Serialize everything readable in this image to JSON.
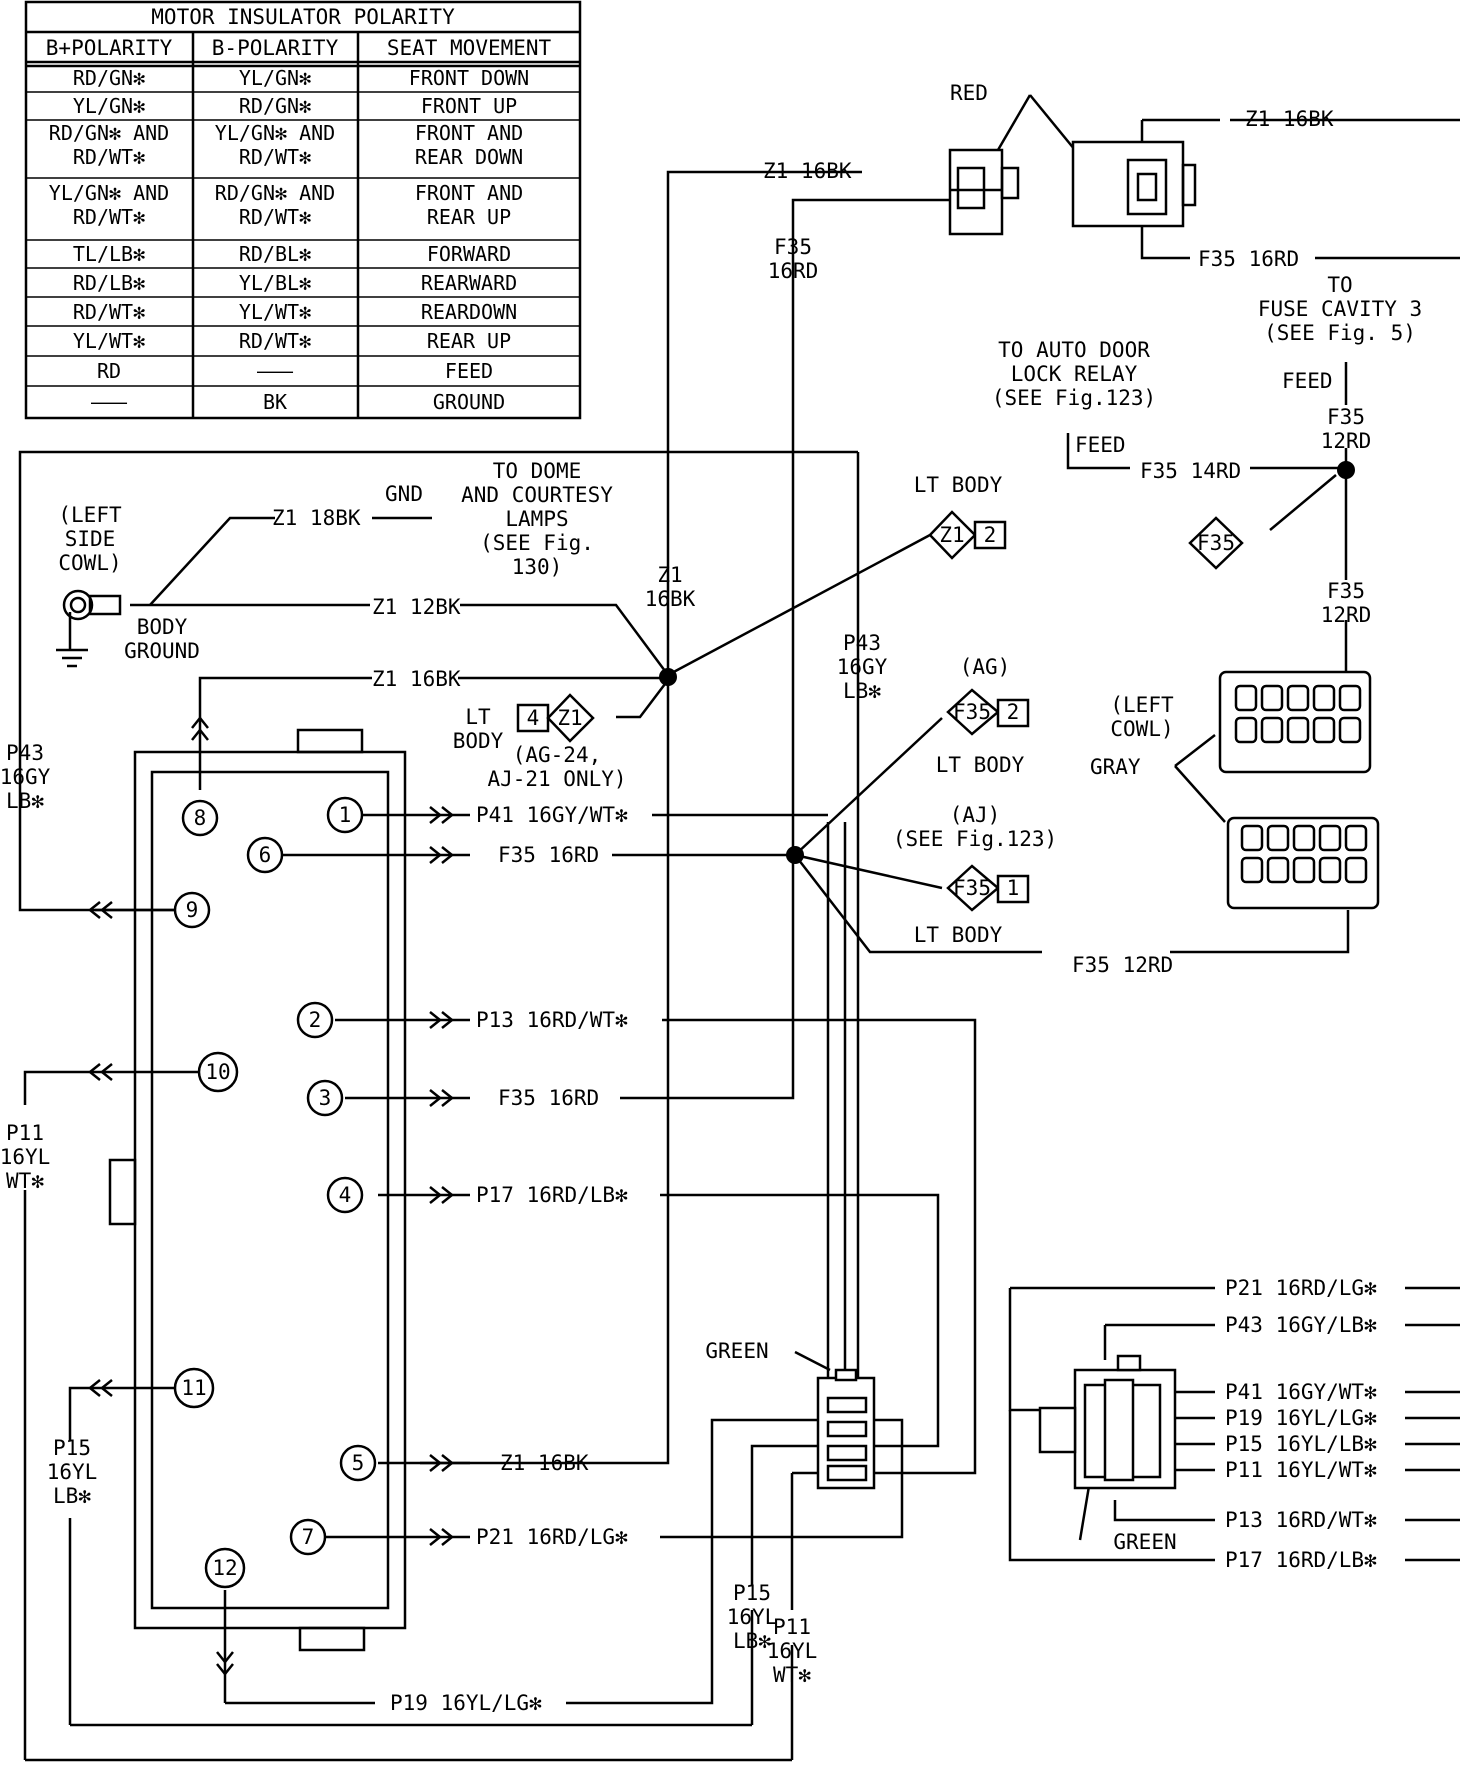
{
  "polarity_table": {
    "title": "MOTOR INSULATOR POLARITY",
    "headers": [
      "B+POLARITY",
      "B-POLARITY",
      "SEAT MOVEMENT"
    ],
    "rows": [
      [
        "RD/GN✻",
        "YL/GN✻",
        "FRONT DOWN"
      ],
      [
        "YL/GN✻",
        "RD/GN✻",
        "FRONT UP"
      ],
      [
        "RD/GN✻ AND|RD/WT✻",
        "YL/GN✻ AND|RD/WT✻",
        "FRONT AND|REAR DOWN"
      ],
      [
        "YL/GN✻ AND|RD/WT✻",
        "RD/GN✻ AND|RD/WT✻",
        "FRONT AND|REAR UP"
      ],
      [
        "TL/LB✻",
        "RD/BL✻",
        "FORWARD"
      ],
      [
        "RD/LB✻",
        "YL/BL✻",
        "REARWARD"
      ],
      [
        "RD/WT✻",
        "YL/WT✻",
        "REARDOWN"
      ],
      [
        "YL/WT✻",
        "RD/WT✻",
        "REAR UP"
      ],
      [
        "RD",
        "———",
        "FEED"
      ],
      [
        "———",
        "BK",
        "GROUND"
      ]
    ]
  },
  "connector_labels": {
    "red": "RED",
    "gray": "GRAY",
    "green_left": "GREEN",
    "green_right": "GREEN",
    "left_cowl": "(LEFT|COWL)"
  },
  "notes": {
    "to_fuse_cavity": "TO|FUSE CAVITY 3|(SEE Fig. 5)",
    "feed_1": "FEED",
    "to_auto_door": "TO AUTO DOOR|LOCK RELAY|(SEE Fig.123)",
    "feed_2": "FEED",
    "lt_body_top": "LT BODY",
    "ag": "(AG)",
    "lt_body_ag": "LT BODY",
    "aj": "(AJ)|(SEE Fig.123)",
    "lt_body_aj": "LT BODY",
    "to_dome": "TO DOME|AND COURTESY|LAMPS|(SEE Fig.|130)",
    "gnd": "GND",
    "left_side_cowl": "(LEFT|SIDE|COWL)",
    "body_ground": "BODY|GROUND",
    "lt_body_left": "LT|BODY",
    "ag24": "(AG-24,|AJ-21 ONLY)"
  },
  "splice_labels": {
    "z1_lt2": "Z1",
    "z1_lt2_pin": "2",
    "z1_lt4": "Z1",
    "z1_lt4_pin": "4",
    "f35_ag": "F35",
    "f35_ag_pin": "2",
    "f35_aj": "F35",
    "f35_aj_pin": "1",
    "f35_diamond": "F35"
  },
  "wire_labels": {
    "z1_16bk_top_right": "Z1 16BK",
    "f35_16rd_top_right": "F35 16RD",
    "z1_16bk_red": "Z1 16BK",
    "f35_16rd_vert": "F35|16RD",
    "f35_12rd_a": "F35|12RD",
    "f35_14rd": "F35 14RD",
    "f35_12rd_b": "F35|12RD",
    "z1_18bk": "Z1 18BK",
    "z1_12bk": "Z1 12BK",
    "z1_16bk_vert": "Z1|16BK",
    "z1_16bk_8": "Z1 16BK",
    "p43_16gy_lb_mid": "P43|16GY|LB✻",
    "p43_16gy_lb_left": "P43|16GY|LB✻",
    "p41": "P41 16GY/WT✻",
    "f35_16rd_6": "F35 16RD",
    "f35_12rd_c": "F35 12RD",
    "p13": "P13 16RD/WT✻",
    "f35_16rd_3": "F35 16RD",
    "p17": "P17 16RD/LB✻",
    "p11_left": "P11|16YL|WT✻",
    "p15_left": "P15|16YL|LB✻",
    "z1_16bk_5": "Z1 16BK",
    "p21": "P21 16RD/LG✻",
    "p19": "P19 16YL/LG✻",
    "p15_bottom": "P15|16YL|LB✻",
    "p11_bottom": "P11|16YL|WT✻"
  },
  "module_pins": [
    "1",
    "2",
    "3",
    "4",
    "5",
    "6",
    "7",
    "8",
    "9",
    "10",
    "11",
    "12"
  ],
  "right_connector_wires": [
    "P21 16RD/LG✻",
    "P43 16GY/LB✻",
    "P41 16GY/WT✻",
    "P19 16YL/LG✻",
    "P15 16YL/LB✻",
    "P11 16YL/WT✻",
    "P13 16RD/WT✻",
    "P17 16RD/LB✻"
  ]
}
